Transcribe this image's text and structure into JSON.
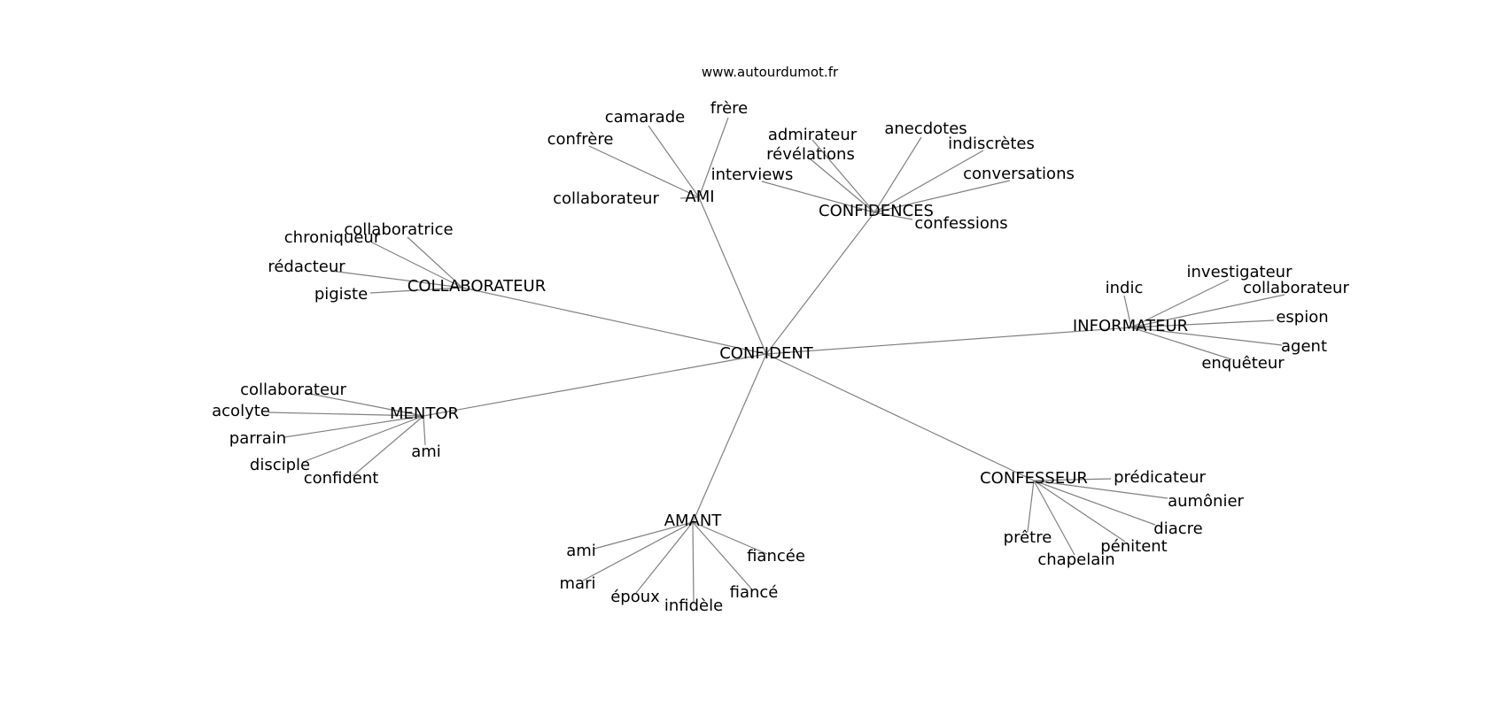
{
  "source": "www.autourdumot.fr",
  "center": "CONFIDENT",
  "hubs": {
    "ami": "AMI",
    "confidences": "CONFIDENCES",
    "collaborateur": "COLLABORATEUR",
    "informateur": "INFORMATEUR",
    "mentor": "MENTOR",
    "amant": "AMANT",
    "confesseur": "CONFESSEUR"
  },
  "leaves": {
    "ami": [
      "frère",
      "camarade",
      "confrère",
      "collaborateur"
    ],
    "confidences": [
      "admirateur",
      "révélations",
      "interviews",
      "anecdotes",
      "indiscrètes",
      "conversations",
      "confessions"
    ],
    "collaborateur": [
      "collaboratrice",
      "chroniqueur",
      "rédacteur",
      "pigiste"
    ],
    "informateur": [
      "indic",
      "investigateur",
      "collaborateur",
      "espion",
      "agent",
      "enquêteur"
    ],
    "mentor": [
      "collaborateur",
      "acolyte",
      "parrain",
      "disciple",
      "confident",
      "ami"
    ],
    "amant": [
      "ami",
      "mari",
      "époux",
      "infidèle",
      "fiancé",
      "fiancée"
    ],
    "confesseur": [
      "prédicateur",
      "aumônier",
      "diacre",
      "pénitent",
      "chapelain",
      "prêtre"
    ]
  }
}
